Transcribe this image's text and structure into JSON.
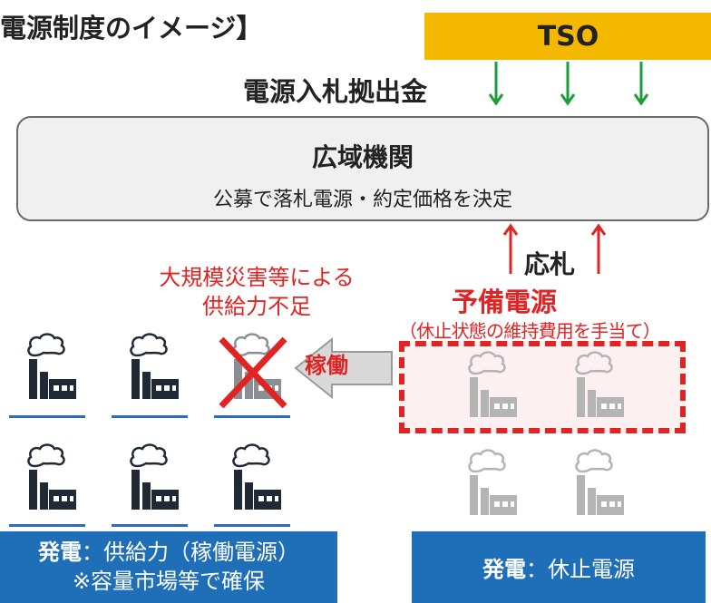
{
  "title": "電源制度のイメージ】",
  "tso": "TSO",
  "funds_label": "電源入札拠出金",
  "agency": {
    "name": "広域機関",
    "description": "公募で落札電源・約定価格を決定"
  },
  "bid_label": "応札",
  "disaster": [
    "大規模災害等による",
    "供給力不足"
  ],
  "reserve": {
    "title": "予備電源",
    "description": "（休止状態の維持費用を手当て）"
  },
  "operate_label": "稼働",
  "left_box": {
    "label": "発電",
    "colon": "：",
    "text": "供給力（稼働電源）",
    "note": "※容量市場等で確保"
  },
  "right_box": {
    "label": "発電",
    "colon": "：",
    "text": "休止電源"
  },
  "colors": {
    "tso": "#f5b800",
    "arrow_green": "#1a9e3a",
    "accent_red": "#e02424",
    "box_blue": "#1f6fb8",
    "plant_dark": "#1f2a35",
    "plant_gray": "#b4b4b4"
  },
  "icons": [
    "factory-icon",
    "cross-icon",
    "arrow-left-icon",
    "arrow-down-icon",
    "arrow-up-icon"
  ]
}
